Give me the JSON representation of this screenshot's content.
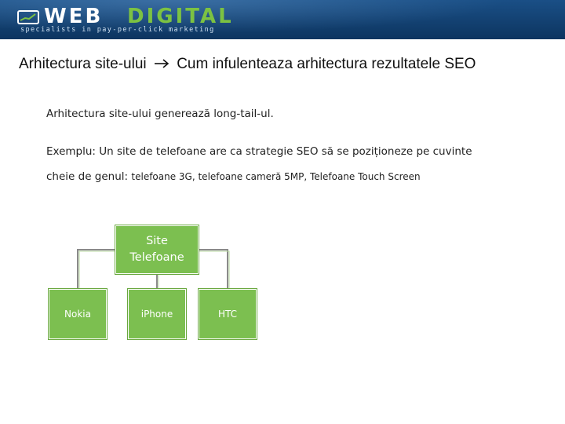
{
  "branding": {
    "logo_web": "WEB",
    "logo_digital": "DIGITAL",
    "tagline": "specialists in pay-per-click marketing",
    "header_color": "#0d3560",
    "accent_color": "#7cc242"
  },
  "slide": {
    "title_left": "Arhitectura site-ului",
    "title_arrow_icon": "arrow-right-icon",
    "title_right": "Cum infulenteaza arhitectura rezultatele SEO"
  },
  "content": {
    "line1": "Arhitectura site-ului generează long-tail-ul.",
    "line2": "Exemplu: Un site de telefoane are ca strategie  SEO să se poziționeze pe cuvinte",
    "line3_prefix": "cheie de genul: ",
    "line3_keywords": "telefoane 3G, telefoane cameră 5MP, Telefoane Touch Screen"
  },
  "org_chart": {
    "node_color": "#7cbf50",
    "root": "Site\nTelefoane",
    "children": [
      "Nokia",
      "iPhone",
      "HTC"
    ]
  }
}
